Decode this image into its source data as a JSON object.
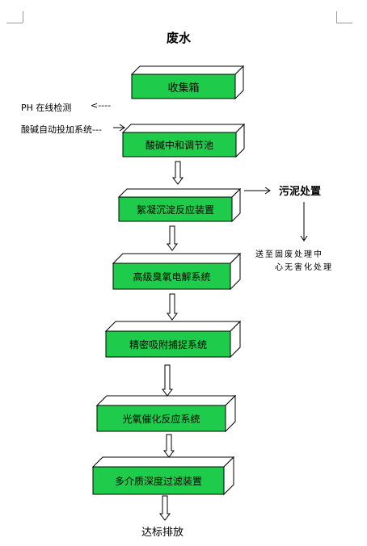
{
  "title": "废水",
  "colors": {
    "box_front": "#1FCB4A",
    "box_side": "#ffffff",
    "box_border": "#000000"
  },
  "steps": [
    {
      "label": "收集箱"
    },
    {
      "label": "酸碱中和调节池"
    },
    {
      "label": "絮凝沉淀反应装置"
    },
    {
      "label": "高级臭氧电解系统"
    },
    {
      "label": "精密吸附捕捉系统"
    },
    {
      "label": "光氧催化反应系统"
    },
    {
      "label": "多介质深度过滤装置"
    }
  ],
  "side_labels": {
    "ph_monitor": "PH 在线检测",
    "ph_arrow": "<----",
    "dosing": "酸碱自动投加系统---",
    "sludge": "污泥处置",
    "sludge_note_line1": "送至固废处理中",
    "sludge_note_line2": "心无害化处理"
  },
  "end_label": "达标排放"
}
